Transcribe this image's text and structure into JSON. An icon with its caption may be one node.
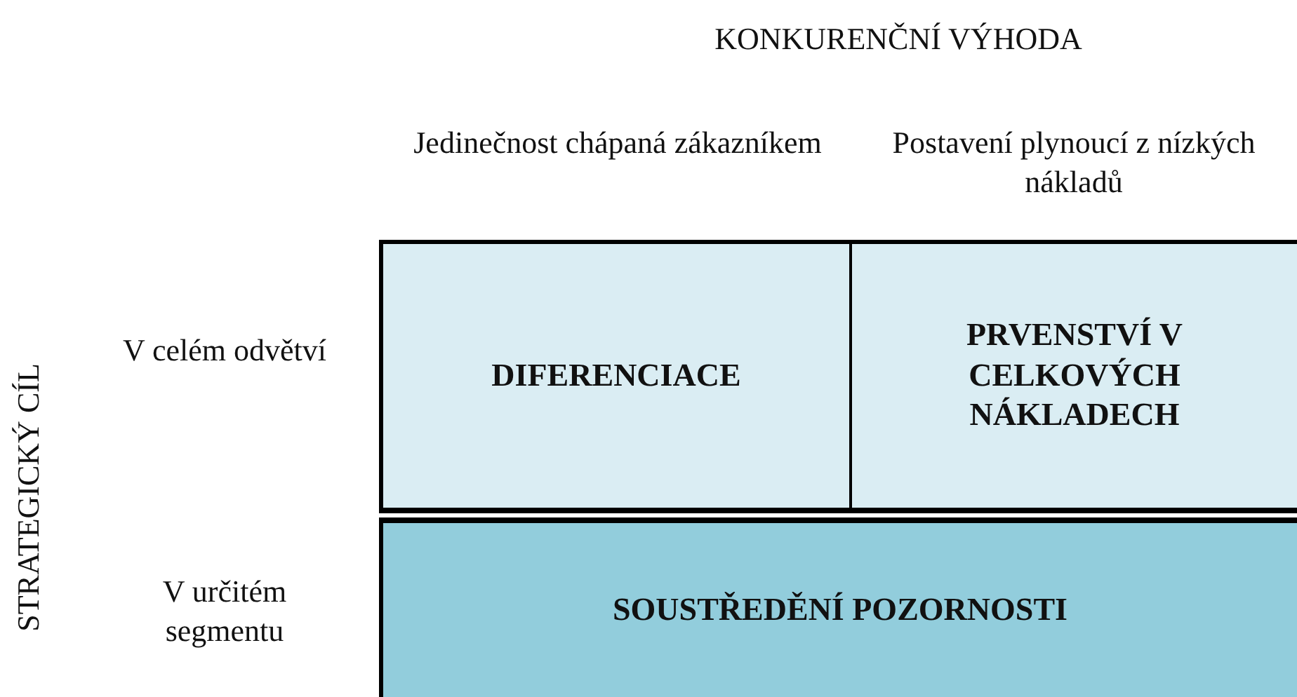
{
  "diagram": {
    "nodes": [
      {
        "text": [
          "DIFERENCIACE"
        ]
      },
      {
        "text": [
          "PRVENSTVÍ V CELKOVÝCH NÁKLADECH"
        ]
      },
      {
        "text": [
          "SOUSTŘEDĚNÍ POZORNOSTI"
        ]
      }
    ],
    "labels": [
      "KONKURENČNÍ VÝHODA",
      "Jedinečnost chápaná zákazníkem",
      "Postavení plynoucí z nízkých nákladů",
      "STRATEGICKÝ CÍL",
      "V celém odvětví",
      "V určitém segmentu"
    ]
  }
}
